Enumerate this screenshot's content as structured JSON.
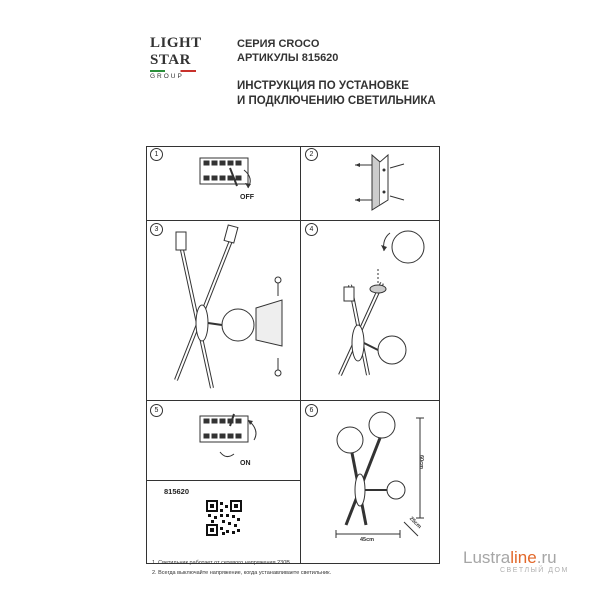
{
  "logo": {
    "line1": "LIGHT",
    "line2": "STAR",
    "line3": "GROUP"
  },
  "header": {
    "series": "СЕРИЯ CROCO",
    "articles": "АРТИКУЛЫ 815620",
    "title_line1": "ИНСТРУКЦИЯ ПО УСТАНОВКЕ",
    "title_line2": "И ПОДКЛЮЧЕНИЮ СВЕТИЛЬНИКА"
  },
  "steps": [
    {
      "num": "1",
      "label": "OFF"
    },
    {
      "num": "2"
    },
    {
      "num": "3"
    },
    {
      "num": "4"
    },
    {
      "num": "5",
      "label": "ON"
    },
    {
      "num": "6",
      "dims": {
        "height": "60cm",
        "width": "45cm",
        "depth": "25cm"
      }
    }
  ],
  "article_code": "815620",
  "notes": [
    "1. Светильник работает от сетевого напряжения 230В.",
    "2. Всегда выключайте напряжение, когда устанавливаете светильник."
  ],
  "watermark": {
    "main": "Lustra",
    "accent": "line",
    "suffix": ".ru",
    "sub": "СВЕТЛЫЙ ДОМ"
  }
}
